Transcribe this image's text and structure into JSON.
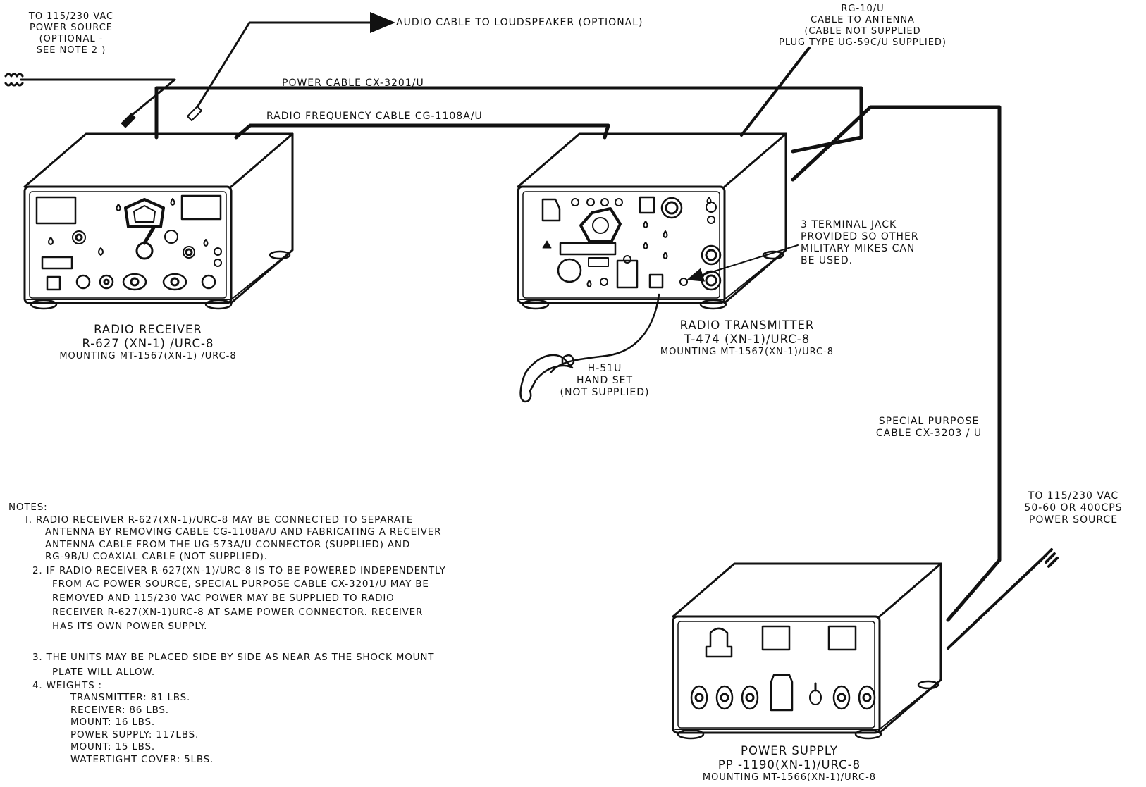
{
  "labels": {
    "ac_source_receiver": [
      "TO 115/230  VAC",
      "POWER SOURCE",
      "(OPTIONAL -",
      "SEE NOTE  2 )"
    ],
    "audio_cable": "AUDIO CABLE TO LOUDSPEAKER (OPTIONAL)",
    "power_cable": "POWER CABLE  CX-3201/U",
    "rf_cable": "RADIO FREQUENCY CABLE  CG-1108A/U",
    "antenna_cable": [
      "RG-10/U",
      "CABLE  TO  ANTENNA",
      "(CABLE  NOT SUPPLIED",
      "PLUG TYPE UG-59C/U SUPPLIED)"
    ],
    "terminal_jack": [
      "3 TERMINAL JACK",
      "PROVIDED SO OTHER",
      "MILITARY  MIKES CAN",
      "BE  USED."
    ],
    "handset": [
      "H-51U",
      "HAND  SET",
      "(NOT SUPPLIED)"
    ],
    "special_cable": [
      "SPECIAL  PURPOSE",
      "CABLE  CX-3203 / U"
    ],
    "ac_source_supply": [
      "TO 115/230  VAC",
      "50-60  OR  400CPS",
      "POWER  SOURCE"
    ]
  },
  "units": {
    "receiver": {
      "name": "RADIO  RECEIVER",
      "model": "R-627 (XN-1) /URC-8",
      "mounting": "MOUNTING  MT-1567(XN-1) /URC-8"
    },
    "transmitter": {
      "name": "RADIO  TRANSMITTER",
      "model": "T-474 (XN-1)/URC-8",
      "mounting": "MOUNTING  MT-1567(XN-1)/URC-8"
    },
    "power_supply": {
      "name": "POWER  SUPPLY",
      "model": "PP -1190(XN-1)/URC-8",
      "mounting": "MOUNTING  MT-1566(XN-1)/URC-8"
    }
  },
  "notes": {
    "heading": "NOTES:",
    "note1": [
      "I. RADIO RECEIVER R-627(XN-1)/URC-8  MAY BE CONNECTED  TO SEPARATE",
      "ANTENNA BY REMOVING CABLE CG-1108A/U AND FABRICATING A RECEIVER",
      "ANTENNA CABLE FROM THE UG-573A/U CONNECTOR (SUPPLIED)  AND",
      "RG-9B/U  COAXIAL CABLE (NOT SUPPLIED)."
    ],
    "note2": [
      "2. IF RADIO RECEIVER  R-627(XN-1)/URC-8  IS TO BE POWERED  INDEPENDENTLY",
      "FROM AC POWER SOURCE, SPECIAL PURPOSE CABLE CX-3201/U MAY BE",
      "REMOVED AND 115/230  VAC POWER  MAY BE  SUPPLIED  TO  RADIO",
      "RECEIVER  R-627(XN-1)URC-8  AT  SAME  POWER  CONNECTOR.  RECEIVER",
      "HAS  ITS  OWN    POWER  SUPPLY."
    ],
    "note3": [
      "3.  THE UNITS MAY BE PLACED  SIDE BY SIDE  AS NEAR  AS THE  SHOCK MOUNT",
      "PLATE WILL  ALLOW."
    ],
    "note4_title": "4.  WEIGHTS :",
    "weights": [
      "TRANSMITTER: 81 LBS.",
      "RECEIVER:  86 LBS.",
      "MOUNT:  16 LBS.",
      "POWER SUPPLY:  117LBS.",
      "MOUNT:  15 LBS.",
      "WATERTIGHT  COVER:  5LBS."
    ]
  }
}
